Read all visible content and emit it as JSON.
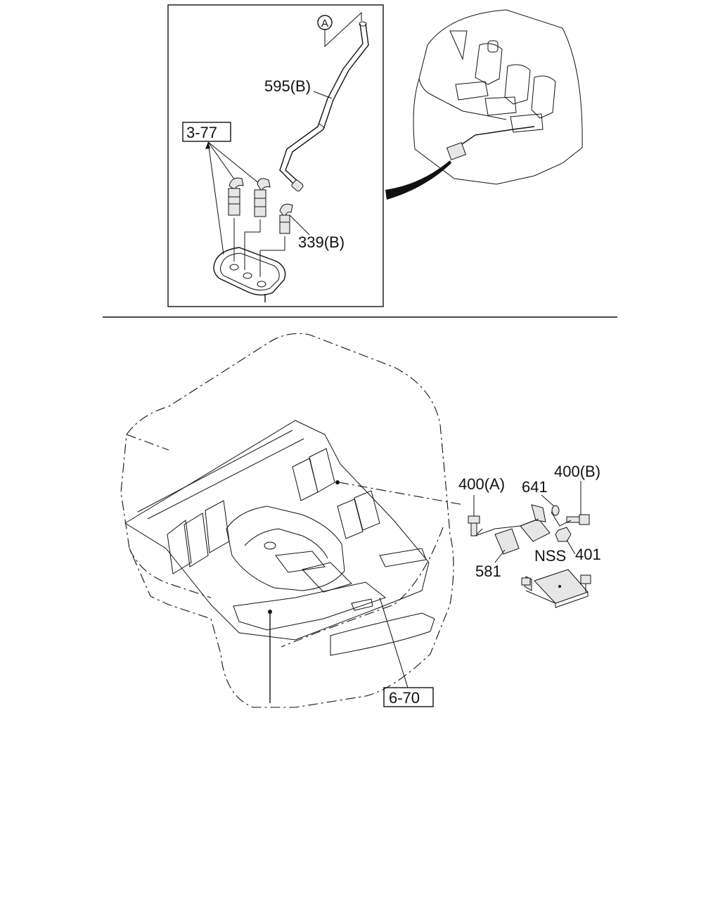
{
  "top_view": {
    "circle_ref": "A",
    "hose_label": "595(B)",
    "group_box_label": "3-77",
    "elbow_label": "339(B)"
  },
  "bottom_view": {
    "bolt_a_label": "400(A)",
    "washer_label": "641",
    "bolt_b_label": "400(B)",
    "nut_label": "401",
    "nss_label": "NSS",
    "bracket_label": "581",
    "floor_box_label": "6-70"
  }
}
